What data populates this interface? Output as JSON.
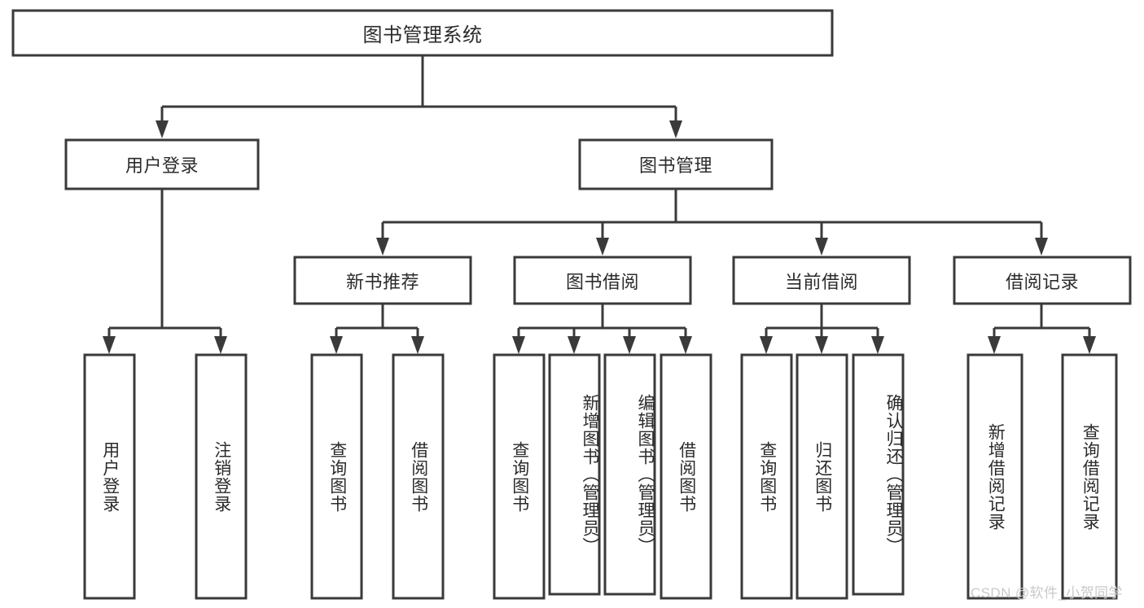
{
  "diagram": {
    "title": "图书管理系统",
    "type": "hierarchy-tree",
    "orientation": "top-down",
    "colors": {
      "box_stroke": "#3a3a3a",
      "box_fill": "#ffffff",
      "connector": "#3a3a3a",
      "text": "#2b2b2b",
      "background": "#ffffff",
      "watermark": "#c9c9c9"
    },
    "levels": [
      {
        "level": 1,
        "nodes": [
          {
            "id": "root",
            "label": "图书管理系统",
            "orientation": "horizontal"
          }
        ]
      },
      {
        "level": 2,
        "nodes": [
          {
            "id": "user-login",
            "label": "用户登录",
            "orientation": "horizontal",
            "parent": "root"
          },
          {
            "id": "book-manage",
            "label": "图书管理",
            "orientation": "horizontal",
            "parent": "root"
          }
        ]
      },
      {
        "level": 3,
        "nodes": [
          {
            "id": "new-book-rec",
            "label": "新书推荐",
            "orientation": "horizontal",
            "parent": "book-manage"
          },
          {
            "id": "book-borrow",
            "label": "图书借阅",
            "orientation": "horizontal",
            "parent": "book-manage"
          },
          {
            "id": "current-borrow",
            "label": "当前借阅",
            "orientation": "horizontal",
            "parent": "book-manage"
          },
          {
            "id": "borrow-record",
            "label": "借阅记录",
            "orientation": "horizontal",
            "parent": "book-manage"
          }
        ]
      },
      {
        "level": 4,
        "nodes": [
          {
            "id": "leaf-user-login",
            "label": "用户登录",
            "orientation": "vertical",
            "parent": "user-login"
          },
          {
            "id": "leaf-logout",
            "label": "注销登录",
            "orientation": "vertical",
            "parent": "user-login"
          },
          {
            "id": "leaf-query-book-1",
            "label": "查询图书",
            "orientation": "vertical",
            "parent": "new-book-rec"
          },
          {
            "id": "leaf-borrow-book-1",
            "label": "借阅图书",
            "orientation": "vertical",
            "parent": "new-book-rec"
          },
          {
            "id": "leaf-query-book-2",
            "label": "查询图书",
            "orientation": "vertical",
            "parent": "book-borrow"
          },
          {
            "id": "leaf-add-book",
            "label": "新增图书（管理员）",
            "orientation": "vertical",
            "parent": "book-borrow"
          },
          {
            "id": "leaf-edit-book",
            "label": "编辑图书（管理员）",
            "orientation": "vertical",
            "parent": "book-borrow"
          },
          {
            "id": "leaf-borrow-book-2",
            "label": "借阅图书",
            "orientation": "vertical",
            "parent": "book-borrow"
          },
          {
            "id": "leaf-query-book-3",
            "label": "查询图书",
            "orientation": "vertical",
            "parent": "current-borrow"
          },
          {
            "id": "leaf-return-book",
            "label": "归还图书",
            "orientation": "vertical",
            "parent": "current-borrow"
          },
          {
            "id": "leaf-confirm-return",
            "label": "确认归还（管理员）",
            "orientation": "vertical",
            "parent": "current-borrow"
          },
          {
            "id": "leaf-add-record",
            "label": "新增借阅记录",
            "orientation": "vertical",
            "parent": "borrow-record"
          },
          {
            "id": "leaf-query-record",
            "label": "查询借阅记录",
            "orientation": "vertical",
            "parent": "borrow-record"
          }
        ]
      }
    ]
  },
  "watermark": {
    "text": "CSDN @软件_小贺同学"
  }
}
